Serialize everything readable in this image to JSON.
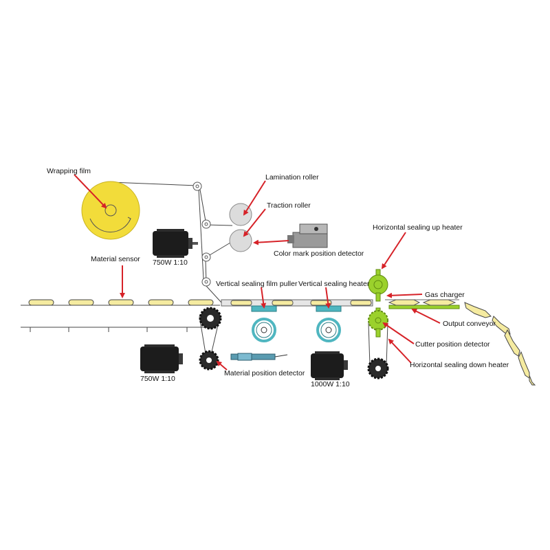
{
  "labels": {
    "wrapping_film": "Wrapping film",
    "lamination_roller": "Lamination roller",
    "traction_roller": "Traction roller",
    "color_mark_detector": "Color mark position detector",
    "material_sensor": "Material sensor",
    "motor_top": "750W 1:10",
    "motor_left": "750W 1:10",
    "motor_right": "1000W 1:10",
    "vertical_puller": "Vertical sealing film puller",
    "vertical_heater": "Vertical sealing heater",
    "horizontal_up_heater": "Horizontal sealing up heater",
    "gas_charger": "Gas charger",
    "output_conveyor": "Output conveyor",
    "cutter_detector": "Cutter position detector",
    "horizontal_down_heater": "Horizontal sealing down heater",
    "material_position_detector": "Material position detector"
  },
  "colors": {
    "film": "#f2dc3a",
    "product": "#f5eba0",
    "green_part": "#9bd12c",
    "teal": "#4fb6c0",
    "arrow": "#d62228",
    "line": "#333333",
    "motor": "#1c1c1c"
  }
}
